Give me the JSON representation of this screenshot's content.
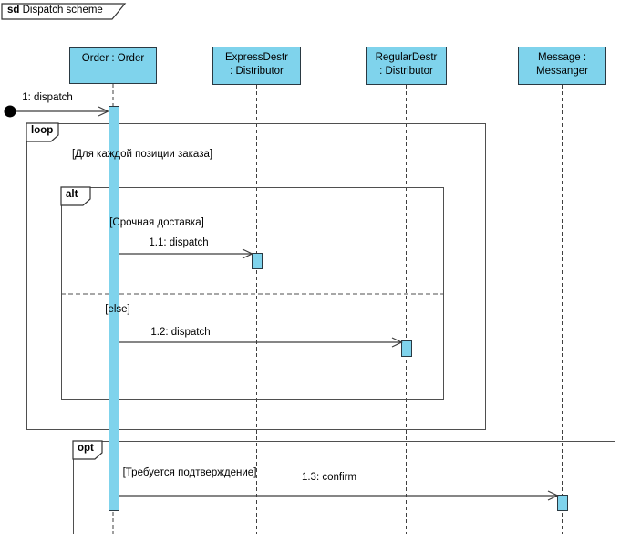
{
  "diagram": {
    "keyword": "sd",
    "title": "Dispatch scheme"
  },
  "lifelines": [
    {
      "label": "Order : Order"
    },
    {
      "label": "ExpressDestr\n: Distributor"
    },
    {
      "label": "RegularDestr\n: Distributor"
    },
    {
      "label": "Message :\nMessanger"
    }
  ],
  "fragments": {
    "loop": {
      "operator": "loop",
      "guard": "[Для каждой позиции заказа]"
    },
    "alt": {
      "operator": "alt",
      "guard": "[Срочная доставка]",
      "else_guard": "[else]"
    },
    "opt": {
      "operator": "opt",
      "guard": "[Требуется подтверждение]"
    }
  },
  "messages": [
    {
      "label": "1: dispatch"
    },
    {
      "label": "1.1: dispatch"
    },
    {
      "label": "1.2: dispatch"
    },
    {
      "label": "1.3: confirm"
    }
  ],
  "colors": {
    "shape_fill": "#7FD3EC",
    "shape_border": "#2A3942",
    "frame_border": "#4F4F4F",
    "line": "#3D3D3D"
  }
}
